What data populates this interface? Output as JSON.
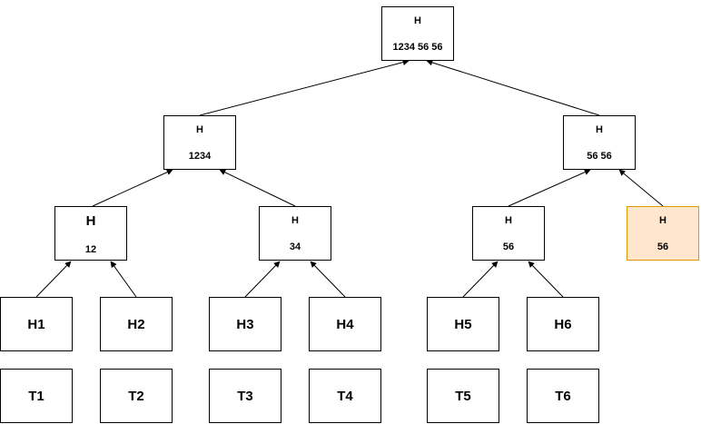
{
  "colors": {
    "box_border": "#000000",
    "box_fill": "#ffffff",
    "highlight_fill": "#ffe6cc",
    "highlight_border": "#d79b00",
    "edge": "#000000"
  },
  "root": {
    "h": "H",
    "value": "1234 56 56"
  },
  "level1": {
    "left": {
      "h": "H",
      "value": "1234"
    },
    "right": {
      "h": "H",
      "value": "56 56"
    }
  },
  "level2": {
    "n12": {
      "h": "H",
      "value": "12"
    },
    "n34": {
      "h": "H",
      "value": "34"
    },
    "n56": {
      "h": "H",
      "value": "56"
    },
    "n56_dup": {
      "h": "H",
      "value": "56"
    }
  },
  "hash_leaves": [
    "H1",
    "H2",
    "H3",
    "H4",
    "H5",
    "H6"
  ],
  "transactions": [
    "T1",
    "T2",
    "T3",
    "T4",
    "T5",
    "T6"
  ]
}
